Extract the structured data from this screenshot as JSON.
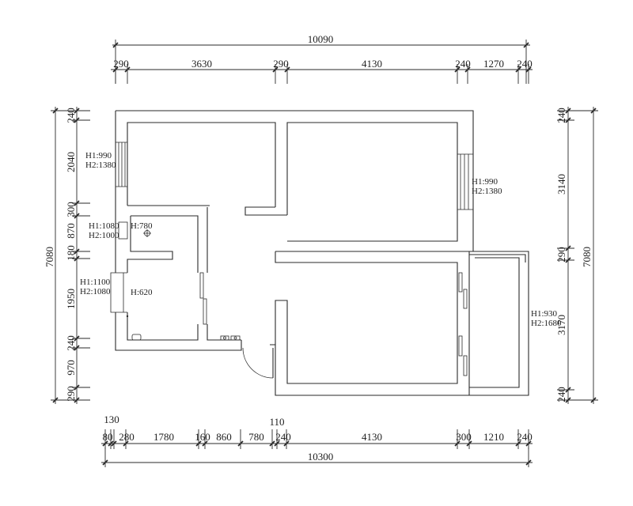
{
  "drawing": {
    "line_color": "#2a2a2a",
    "background": "#ffffff"
  },
  "dimensions": {
    "top": {
      "total": "10090",
      "segments": [
        "290",
        "3630",
        "290",
        "4130",
        "240",
        "1270",
        "240"
      ]
    },
    "bottom": {
      "offsets": [
        "130",
        "110"
      ],
      "segments": [
        "80",
        "280",
        "1780",
        "160",
        "860",
        "780",
        "240",
        "4130",
        "300",
        "1210",
        "240"
      ],
      "total": "10300"
    },
    "left": {
      "segments": [
        "240",
        "2040",
        "300",
        "870",
        "180",
        "1950",
        "240",
        "970",
        "290"
      ],
      "total": "7080"
    },
    "right": {
      "segments": [
        "240",
        "3140",
        "290",
        "3170",
        "240"
      ],
      "total": "7080"
    }
  },
  "openings": {
    "window_top_left": {
      "h1": "H1:990",
      "h2": "H2:1380"
    },
    "window_top_right": {
      "h1": "H1:990",
      "h2": "H2:1380"
    },
    "window_middle_left": {
      "h1": "H1:1080",
      "h2": "H2:1000"
    },
    "window_lower_left": {
      "h1": "H1:1100",
      "h2": "H2:1080"
    },
    "window_balcony": {
      "h1": "H1:930",
      "h2": "H2:1680"
    }
  },
  "markers": {
    "upper_point": "H:780",
    "lower_point": "H:620"
  }
}
